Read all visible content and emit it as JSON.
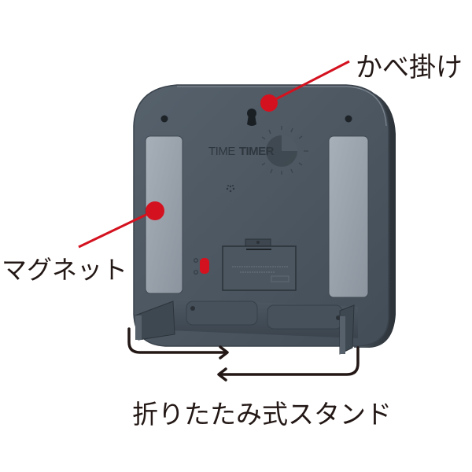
{
  "product": {
    "brand_logo": "TIME TIMER",
    "logo_parts": [
      "TIME",
      "TIMER"
    ],
    "body_color": "#4a5560",
    "magnet_color": "#9aa3ad",
    "battery_switch_color": "#d4121f"
  },
  "callouts": {
    "wall_hang": {
      "label": "かべ掛け",
      "marker_color": "#d4121f"
    },
    "magnet": {
      "label": "マグネット",
      "marker_color": "#d4121f"
    },
    "folding_stand": {
      "label": "折りたたみ式スタンド",
      "arrow_color": "#231815"
    }
  },
  "icons": {
    "keyhole": "keyhole-icon",
    "screw_holes": "screw-hole-icon",
    "battery_cover": "battery-cover-icon",
    "sound_holes": "speaker-holes-icon"
  }
}
